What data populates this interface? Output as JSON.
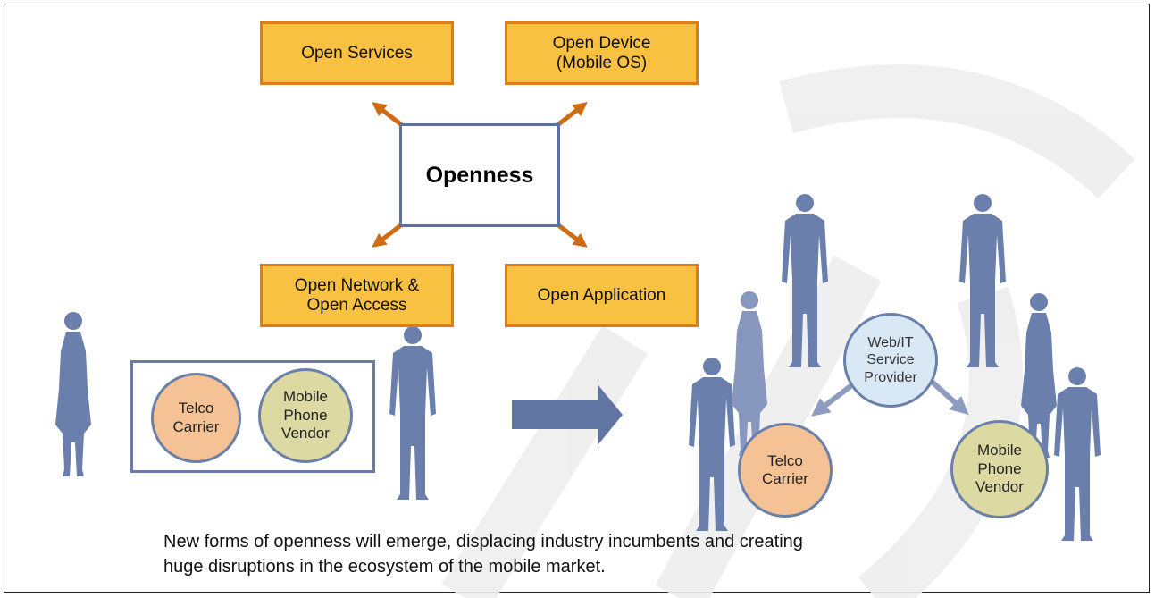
{
  "diagram": {
    "center_label": "Openness",
    "open_boxes": {
      "services": "Open Services",
      "device": "Open Device\n(Mobile OS)",
      "network": "Open Network &\nOpen Access",
      "application": "Open Application"
    },
    "before": {
      "telco": "Telco\nCarrier",
      "vendor": "Mobile\nPhone\nVendor"
    },
    "after": {
      "provider": "Web/IT\nService\nProvider",
      "telco": "Telco\nCarrier",
      "vendor": "Mobile\nPhone\nVendor"
    },
    "caption": "New forms of openness will emerge, displacing industry incumbents and creating\nhuge disruptions in the ecosystem of the mobile market."
  },
  "colors": {
    "box_fill": "#f9c141",
    "box_border": "#e17b14",
    "arrow_orange": "#cf6b12",
    "people": "#6b7fad",
    "big_arrow": "#6175a3"
  }
}
